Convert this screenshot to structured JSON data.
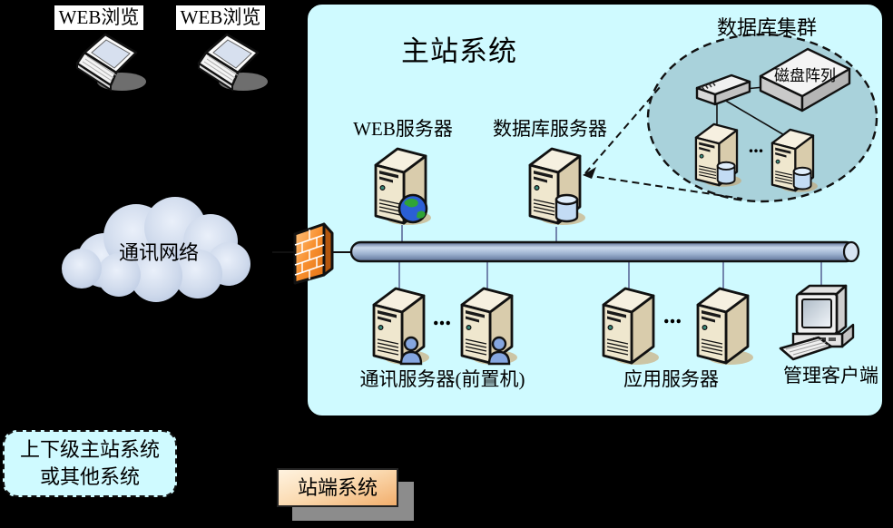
{
  "colors": {
    "background": "#000000",
    "main_box_fill": "#CFFAFF",
    "cluster_ellipse_fill": "#A9D2DB",
    "bus_blue": "#8FA6C4",
    "firewall_orange": "#F08A2C",
    "server_beige": "#EFE7CE",
    "station_box_orange": "#F2AE6C",
    "label_bg": "#FFFFFF"
  },
  "external": {
    "web_browser_left": {
      "label": "WEB浏览"
    },
    "web_browser_right": {
      "label": "WEB浏览"
    },
    "network_cloud": {
      "label": "通讯网络"
    },
    "other_systems": {
      "line1": "上下级主站系统",
      "line2": "或其他系统"
    },
    "station_system": {
      "label": "站端系统"
    }
  },
  "main_station": {
    "title": "主站系统",
    "web_server": {
      "label": "WEB服务器"
    },
    "db_server": {
      "label": "数据库服务器"
    },
    "comm_servers": {
      "label": "通讯服务器(前置机)",
      "ellipsis": "..."
    },
    "app_servers": {
      "label": "应用服务器",
      "ellipsis": "..."
    },
    "mgmt_client": {
      "label": "管理客户端"
    },
    "db_cluster": {
      "title": "数据库集群",
      "disk_array_label": "磁盘阵列",
      "ellipsis": "..."
    }
  }
}
